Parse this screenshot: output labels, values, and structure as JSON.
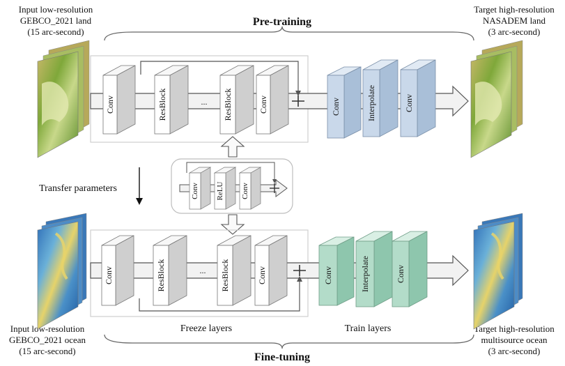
{
  "pretrain": {
    "title": "Pre-training",
    "input": [
      "Input low-resolution",
      "GEBCO_2021 land",
      "(15 arc-second)"
    ],
    "target": [
      "Target high-resolution",
      "NASADEM land",
      "(3 arc-second)"
    ],
    "blocks": [
      "Conv",
      "ResBlock",
      "...",
      "ResBlock",
      "Conv"
    ],
    "head": [
      "Conv",
      "Interpolate",
      "Conv"
    ]
  },
  "resblock": {
    "layers": [
      "Conv",
      "ReLU",
      "Conv"
    ]
  },
  "transfer_label": "Transfer parameters",
  "finetune": {
    "title": "Fine-tuning",
    "input": [
      "Input low-resolution",
      "GEBCO_2021 ocean",
      "(15 arc-second)"
    ],
    "target": [
      "Target high-resolution",
      "multisource ocean",
      "(3 arc-second)"
    ],
    "blocks": [
      "Conv",
      "ResBlock",
      "...",
      "ResBlock",
      "Conv"
    ],
    "head": [
      "Conv",
      "Interpolate",
      "Conv"
    ],
    "freeze_label": "Freeze layers",
    "train_label": "Train layers"
  },
  "colors": {
    "gray_block": "#e6e6e6",
    "blue_block": "#bccfe3",
    "green_block": "#a9d6c2",
    "land_map": "#9cb84a",
    "ocean_map": "#3f7fbf"
  }
}
